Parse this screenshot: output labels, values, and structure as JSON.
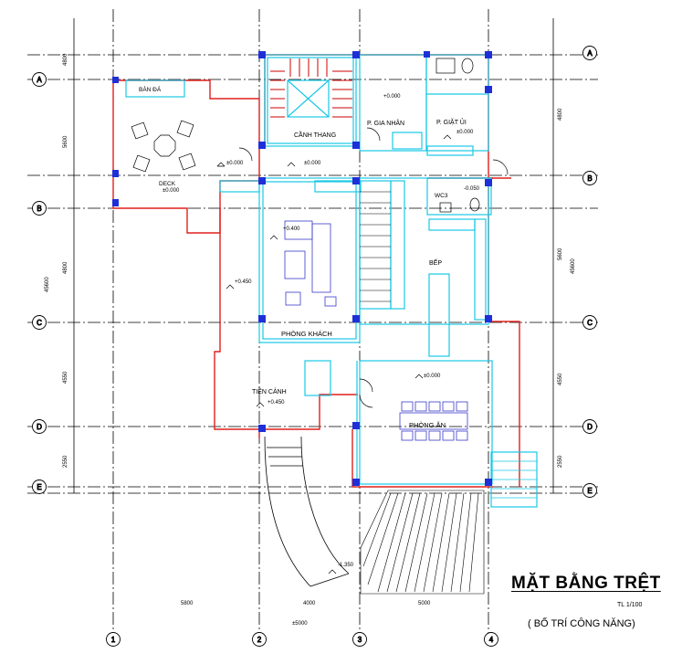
{
  "drawing": {
    "title": "MẶT BẰNG TRỆT",
    "scale": "TL 1/100",
    "subtitle": "( BỐ TRÍ CÔNG NĂNG)"
  },
  "grid": {
    "rows": [
      "A",
      "B",
      "C",
      "D",
      "E"
    ],
    "cols": [
      "1",
      "2",
      "3",
      "4"
    ]
  },
  "rooms": {
    "ban_da": "BÀN ĐÁ",
    "deck": "DECK",
    "canh_thang": "CẦNH THANG",
    "p_gia_nhan": "P. GIA NHÂN",
    "p_giat_ui": "P. GIẶT ỦI",
    "wc": "WC3",
    "bep": "BẾP",
    "phong_khach": "PHÒNG KHÁCH",
    "tien_canh": "TIỀN CẢNH",
    "phong_an": "PHÒNG ĂN"
  },
  "levels": {
    "deck": "±0.000",
    "deck_side": "±0.000",
    "stair": "±0.000",
    "gia_nhan": "+0.000",
    "giat_ui": "±0.000",
    "wc": "-0.050",
    "khach": "+0.400",
    "left_wall": "+0.450",
    "tien_canh": "+0.450",
    "phong_an": "±0.000",
    "ramp": "-1.350"
  },
  "dims": {
    "left": [
      "4800",
      "5600",
      "4800",
      "4550",
      "2550"
    ],
    "left_total": "45600",
    "right": [
      "4800",
      "5600",
      "4550",
      "2550"
    ],
    "right_total": "45600",
    "bottom": [
      "5800",
      "4000",
      "5000"
    ],
    "bottom_total": "±5000"
  }
}
